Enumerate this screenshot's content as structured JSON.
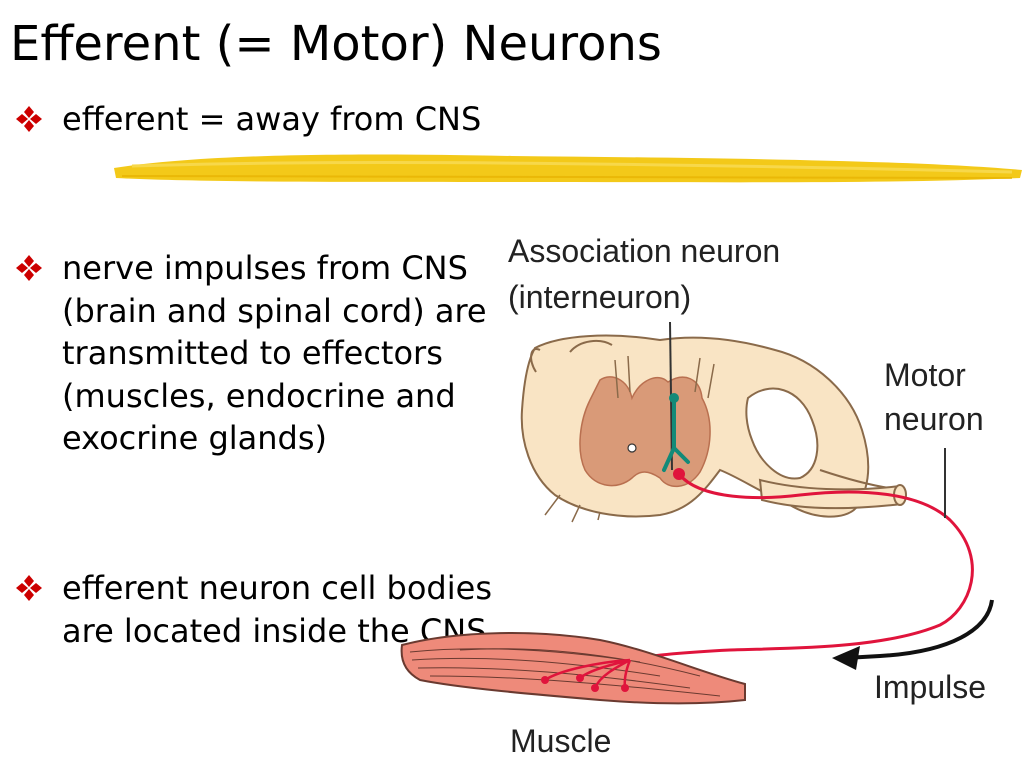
{
  "slide": {
    "title": "Efferent (= Motor) Neurons"
  },
  "bullets": [
    {
      "text": "efferent = away from CNS"
    },
    {
      "text": "nerve impulses from CNS (brain and spinal cord) are transmitted to effectors (muscles, endocrine and exocrine glands)"
    },
    {
      "text": "efferent neuron cell bodies are located inside the CNS"
    }
  ],
  "diagram": {
    "association_line1": "Association neuron",
    "association_line2": "(interneuron)",
    "motor_line1": "Motor",
    "motor_line2": "neuron",
    "impulse": "Impulse",
    "muscle": "Muscle"
  },
  "colors": {
    "bullet_marker": "#cc0000",
    "highlight": "#f2c300",
    "motor_neuron": "#e0143c",
    "interneuron": "#138a78",
    "spinal_white_matter": "#f9e4c4",
    "spinal_gray_matter": "#d99a78",
    "muscle": "#ee8a7a"
  },
  "icons": {
    "bullet": "four-diamond-bullet-icon"
  }
}
